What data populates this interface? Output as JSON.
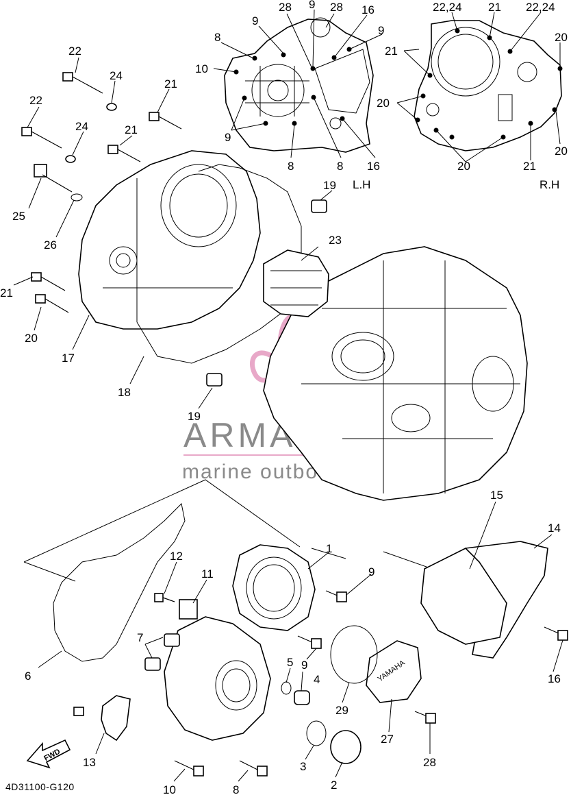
{
  "diagram": {
    "code": "4D31100-G120",
    "side_labels": {
      "left": "L.H",
      "right": "R.H"
    },
    "watermark": {
      "name": "ARMADA",
      "tagline": "marine outboards",
      "color": "#e8a8c8"
    },
    "arrow_label": "FWD",
    "callouts": {
      "main_22": "22",
      "main_24a": "24",
      "main_21a": "21",
      "main_22b": "22",
      "main_24b": "24",
      "main_21b": "21",
      "main_25": "25",
      "main_26": "26",
      "main_21c": "21",
      "main_20": "20",
      "main_17": "17",
      "main_18": "18",
      "main_19a": "19",
      "main_19b": "19",
      "main_23": "23",
      "lh_28a": "28",
      "lh_9a": "9",
      "lh_28b": "28",
      "lh_16a": "16",
      "lh_9b": "9",
      "lh_8a": "8",
      "lh_9c": "9",
      "lh_10": "10",
      "lh_9d": "9",
      "lh_8b": "8",
      "lh_8c": "8",
      "lh_16b": "16",
      "rh_2224a": "22,24",
      "rh_21a": "21",
      "rh_2224b": "22,24",
      "rh_20a": "20",
      "rh_21b": "21",
      "rh_20b": "20",
      "rh_20c": "20",
      "rh_20d": "20",
      "rh_21c": "21",
      "low_1": "1",
      "low_9a": "9",
      "low_15": "15",
      "low_14": "14",
      "low_12": "12",
      "low_11": "11",
      "low_7": "7",
      "low_6": "6",
      "low_5": "5",
      "low_4": "4",
      "low_9b": "9",
      "low_29": "29",
      "low_27": "27",
      "low_16": "16",
      "low_13": "13",
      "low_3": "3",
      "low_28": "28",
      "low_2": "2",
      "low_10": "10",
      "low_8": "8"
    }
  }
}
